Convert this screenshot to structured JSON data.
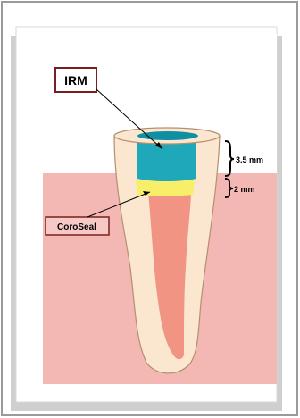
{
  "labels": {
    "irm": "IRM",
    "coroseal": "CoroSeal",
    "measure_top": "3.5 mm",
    "measure_bottom": "2 mm"
  },
  "colors": {
    "background": "#ffffff",
    "outer_border": "#9a9a9a",
    "panel_shadow": "#c8c8c8",
    "gum": "#f3b8b3",
    "root": "#fbe7cf",
    "root_outline": "#b58f6e",
    "canal": "#f19484",
    "irm_fill": "#1fa8b9",
    "irm_top": "#0e8fa2",
    "sealer": "#f7ef6a",
    "label_border": "#7a1f1f",
    "coroseal_label_bg": "#f6c9c5"
  }
}
